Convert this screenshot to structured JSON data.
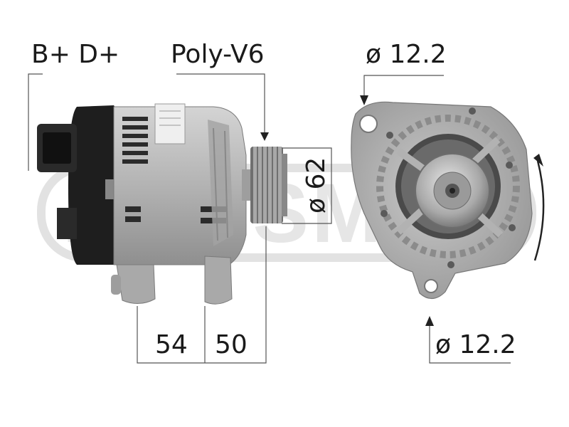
{
  "labels": {
    "terminals": "B+ D+",
    "pulley_type": "Poly-V6",
    "pulley_diameter": "ø 62",
    "top_hole": "ø 12.2",
    "bottom_hole": "ø 12.2",
    "mount_front": "54",
    "mount_rear": "50"
  },
  "watermark": {
    "text": "MESSMER"
  },
  "colors": {
    "metal": "#b9b9b9",
    "metal_dark": "#8a8a8a",
    "plastic": "#1e1e1e",
    "dimension_line": "#555555",
    "text": "#1a1a1a"
  }
}
